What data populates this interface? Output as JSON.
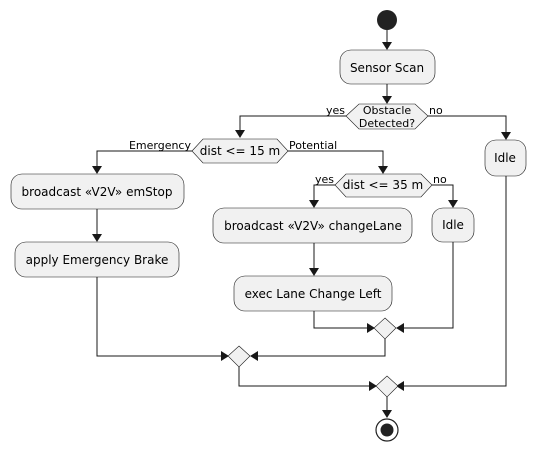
{
  "diagram": {
    "nodes": {
      "sensor_scan": "Sensor Scan",
      "obstacle_line1": "Obstacle",
      "obstacle_line2": "Detected?",
      "dist15": "dist <= 15 m",
      "broadcast_emstop": "broadcast «V2V» emStop",
      "apply_brake": "apply Emergency Brake",
      "dist35": "dist <= 35 m",
      "broadcast_changelane": "broadcast «V2V» changeLane",
      "exec_lane_change": "exec Lane Change Left",
      "idle_inner": "Idle",
      "idle_outer": "Idle"
    },
    "edge_labels": {
      "obstacle_yes": "yes",
      "obstacle_no": "no",
      "emergency": "Emergency",
      "potential": "Potential",
      "dist35_yes": "yes",
      "dist35_no": "no"
    },
    "colors": {
      "node_fill": "#F1F1F1",
      "stroke": "#181818",
      "start_stop": "#222222"
    }
  }
}
